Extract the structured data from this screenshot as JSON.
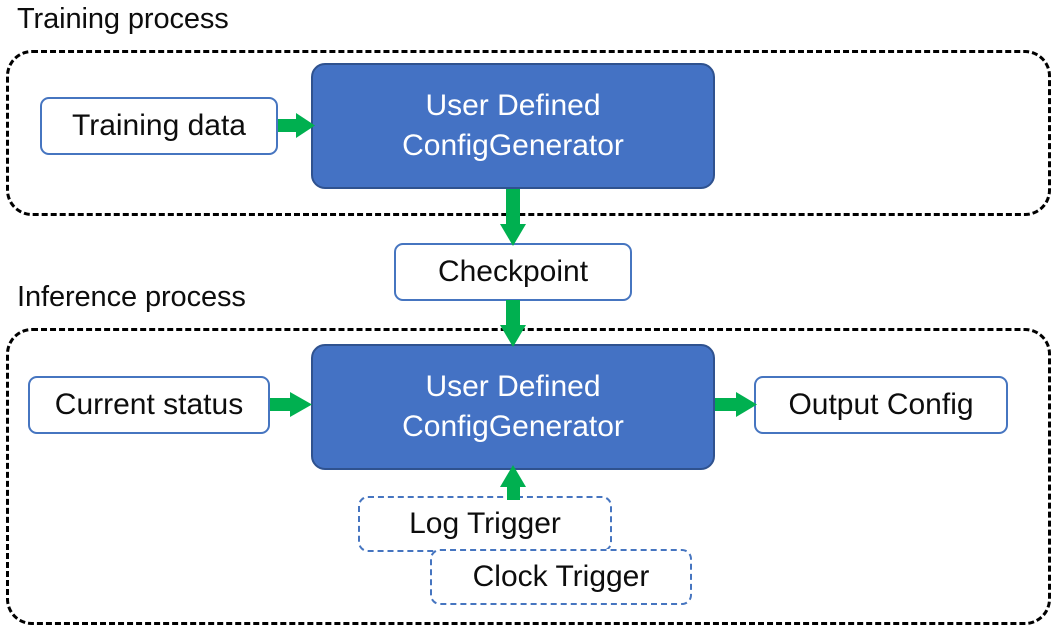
{
  "diagram": {
    "title_training": "Training process",
    "title_inference": "Inference process",
    "accent_blue": "#4472C4",
    "accent_blue_border": "#2F528F",
    "outline_blue": "#4675C0",
    "arrow_green": "#00B050",
    "container_border": "#000000",
    "background": "#FFFFFF"
  },
  "training": {
    "label": "Training process",
    "input": {
      "label": "Training data"
    },
    "process": {
      "line1": "User Defined",
      "line2": "ConfigGenerator"
    }
  },
  "bridge": {
    "checkpoint": {
      "label": "Checkpoint"
    }
  },
  "inference": {
    "label": "Inference process",
    "input": {
      "label": "Current status"
    },
    "process": {
      "line1": "User Defined",
      "line2": "ConfigGenerator"
    },
    "output": {
      "label": "Output Config"
    },
    "triggers": [
      {
        "label": "Log Trigger"
      },
      {
        "label": "Clock Trigger"
      }
    ]
  },
  "arrows": [
    {
      "name": "training-data-to-process",
      "direction": "right"
    },
    {
      "name": "training-process-to-checkpoint",
      "direction": "down"
    },
    {
      "name": "checkpoint-to-inference-process",
      "direction": "down"
    },
    {
      "name": "current-status-to-process",
      "direction": "right"
    },
    {
      "name": "process-to-output-config",
      "direction": "right"
    },
    {
      "name": "triggers-to-process",
      "direction": "up"
    }
  ]
}
